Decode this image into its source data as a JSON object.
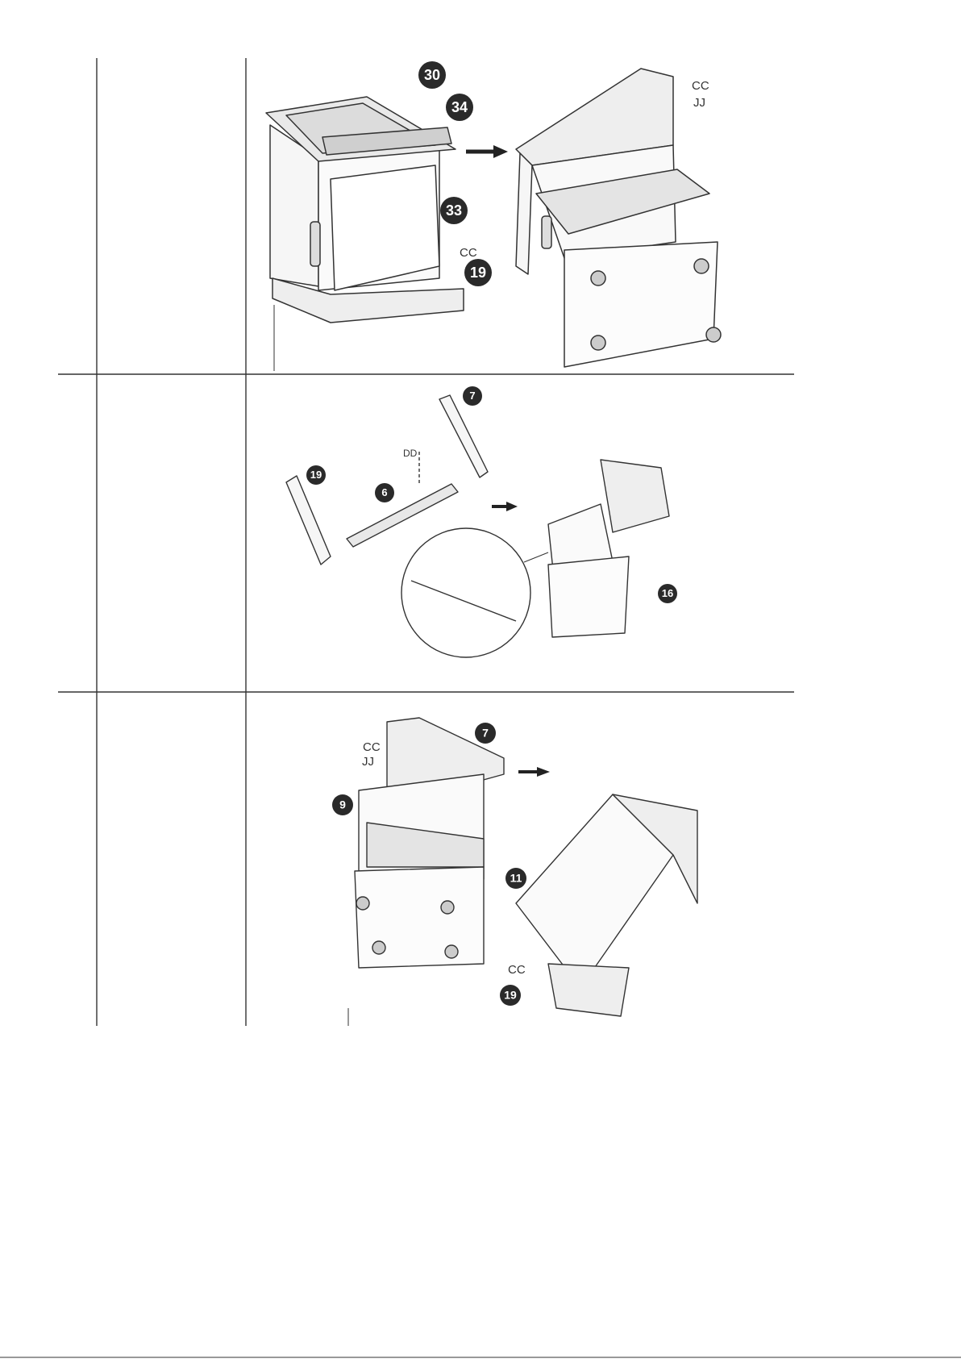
{
  "colors": {
    "line": "#333333",
    "callout_fill": "#2a2a2a",
    "callout_text": "#ffffff",
    "panel_fill": "#f4f4f4",
    "background": "#ffffff"
  },
  "steps": [
    {
      "callouts": [
        "30",
        "34",
        "33",
        "19"
      ],
      "labels": [
        "CC",
        "JJ",
        "CC"
      ]
    },
    {
      "callouts": [
        "7",
        "19",
        "6",
        "16"
      ],
      "labels": [
        "DD"
      ]
    },
    {
      "callouts": [
        "7",
        "9",
        "11",
        "19"
      ],
      "labels": [
        "CC",
        "JJ",
        "CC"
      ]
    }
  ]
}
